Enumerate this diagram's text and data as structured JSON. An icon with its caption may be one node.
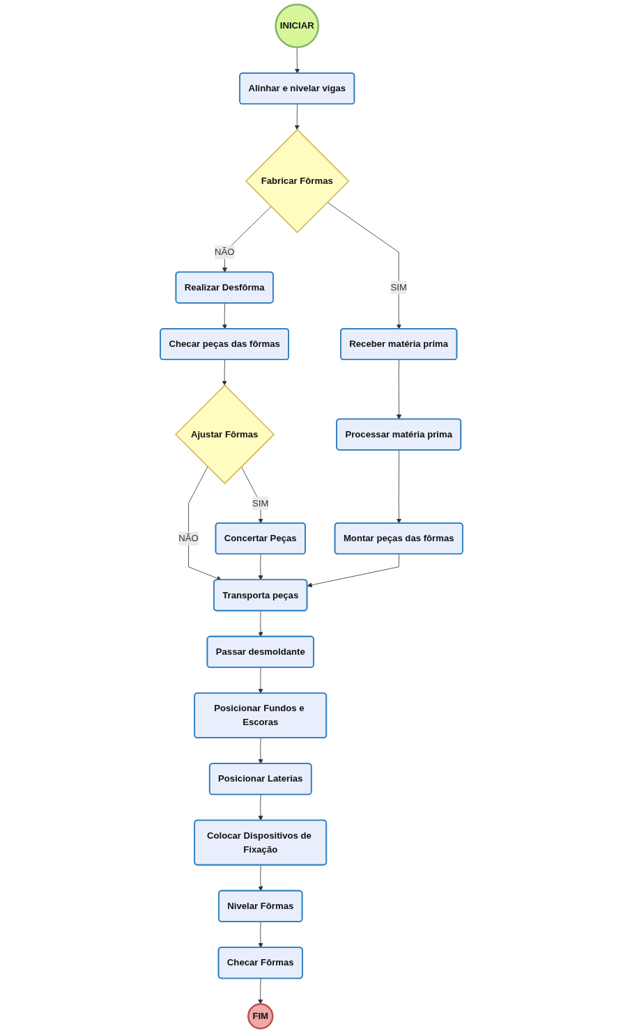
{
  "diagram": {
    "nodes": [
      {
        "text": [
          "INICIAR"
        ]
      },
      {
        "text": [
          "Alinhar e nivelar vigas"
        ]
      },
      {
        "text": [
          "Fabricar Fôrmas"
        ]
      },
      {
        "text": [
          "Realizar Desfôrma"
        ]
      },
      {
        "text": [
          "Checar peças das fôrmas"
        ]
      },
      {
        "text": [
          "Ajustar Fôrmas"
        ]
      },
      {
        "text": [
          "Receber matéria prima"
        ]
      },
      {
        "text": [
          "Processar matéria prima"
        ]
      },
      {
        "text": [
          "Montar peças das fôrmas"
        ]
      },
      {
        "text": [
          "Concertar Peças"
        ]
      },
      {
        "text": [
          "Transporta peças"
        ]
      },
      {
        "text": [
          "Passar desmoldante"
        ]
      },
      {
        "text": [
          "Posicionar Fundos e Escoras"
        ]
      },
      {
        "text": [
          "Posicionar Laterias"
        ]
      },
      {
        "text": [
          "Colocar Dispositivos de Fixação"
        ]
      },
      {
        "text": [
          "Nivelar Fôrmas"
        ]
      },
      {
        "text": [
          "Checar Fôrmas"
        ]
      },
      {
        "text": [
          "FIM"
        ]
      }
    ],
    "edges": [
      {
        "from": 0,
        "to": 1,
        "arrow": "to"
      },
      {
        "from": 1,
        "to": 2,
        "arrow": "to"
      },
      {
        "from": 2,
        "to": 3,
        "arrow": "to",
        "label": "NÃO"
      },
      {
        "from": 2,
        "to": 6,
        "arrow": "to",
        "label": "SIM"
      },
      {
        "from": 3,
        "to": 4,
        "arrow": "to"
      },
      {
        "from": 4,
        "to": 5,
        "arrow": "to"
      },
      {
        "from": 5,
        "to": 10,
        "arrow": "to",
        "label": "NÃO"
      },
      {
        "from": 5,
        "to": 9,
        "arrow": "to",
        "label": "SIM"
      },
      {
        "from": 6,
        "to": 7,
        "arrow": "to"
      },
      {
        "from": 7,
        "to": 8,
        "arrow": "to"
      },
      {
        "from": 9,
        "to": 10,
        "arrow": "to"
      },
      {
        "from": 8,
        "to": 10,
        "arrow": "to"
      },
      {
        "from": 10,
        "to": 11,
        "arrow": "to"
      },
      {
        "from": 11,
        "to": 12,
        "arrow": "to"
      },
      {
        "from": 12,
        "to": 13,
        "arrow": "to"
      },
      {
        "from": 13,
        "to": 14,
        "arrow": "to"
      },
      {
        "from": 14,
        "to": 15,
        "arrow": "to"
      },
      {
        "from": 15,
        "to": 16,
        "arrow": "to"
      },
      {
        "from": 16,
        "to": 17,
        "arrow": "to"
      }
    ]
  }
}
